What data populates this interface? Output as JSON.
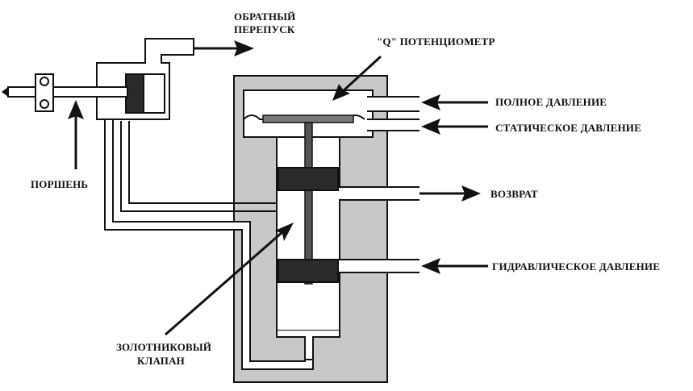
{
  "labels": {
    "bypass_line1": "ОБРАТНЫЙ",
    "bypass_line2": "ПЕРЕПУСК",
    "q_potentiometer": "\"Q\" ПОТЕНЦИОМЕТР",
    "full_pressure": "ПОЛНОЕ ДАВЛЕНИЕ",
    "static_pressure": "СТАТИЧЕСКОЕ ДАВЛЕНИЕ",
    "return": "ВОЗВРАТ",
    "hydraulic_pressure": "ГИДРАВЛИЧЕСКОЕ ДАВЛЕНИЕ",
    "piston": "ПОРШЕНЬ",
    "spool_line1": "ЗОЛОТНИКОВЫЙ",
    "spool_line2": "КЛАПАН"
  },
  "colors": {
    "housing": "#c8c8c8",
    "outline": "#111111",
    "piston": "#2a2a2a"
  }
}
